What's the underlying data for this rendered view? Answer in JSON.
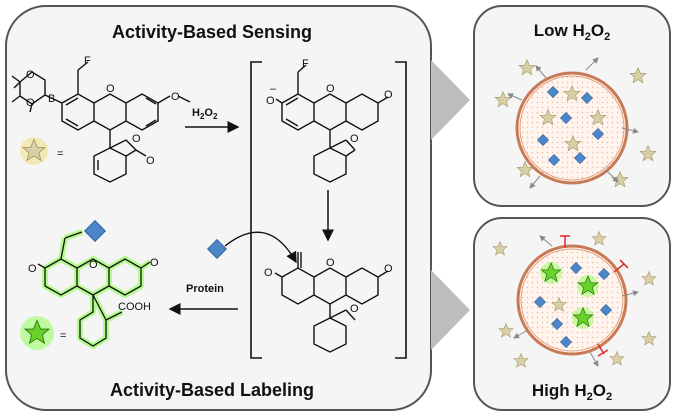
{
  "left_panel": {
    "top_title": "Activity-Based Sensing",
    "bottom_title": "Activity-Based Labeling",
    "reagent_main": "H",
    "reagent_sub1": "2",
    "reagent_mid": "O",
    "reagent_sub2": "2",
    "protein_label": "Protein",
    "equals_1": "=",
    "equals_2": "=",
    "atoms": {
      "F": "F",
      "B": "B",
      "O": "O",
      "minus": "–",
      "cooh": "COOH"
    }
  },
  "right_top": {
    "title_main": "Low H",
    "title_sub1": "2",
    "title_mid": "O",
    "title_sub2": "2"
  },
  "right_bottom": {
    "title_main": "High H",
    "title_sub1": "2",
    "title_mid": "O",
    "title_sub2": "2"
  },
  "colors": {
    "panel_fill": "#f5f5f5",
    "panel_stroke": "#555555",
    "star_fill": "#d9cfa6",
    "star_glow": "#e0c96a",
    "green_star": "#6ad02a",
    "green_glow": "#66ee22",
    "diamond": "#4a86c8",
    "cell_ring": "#c87a55",
    "arrow_head_gray": "#9a9a9a"
  }
}
